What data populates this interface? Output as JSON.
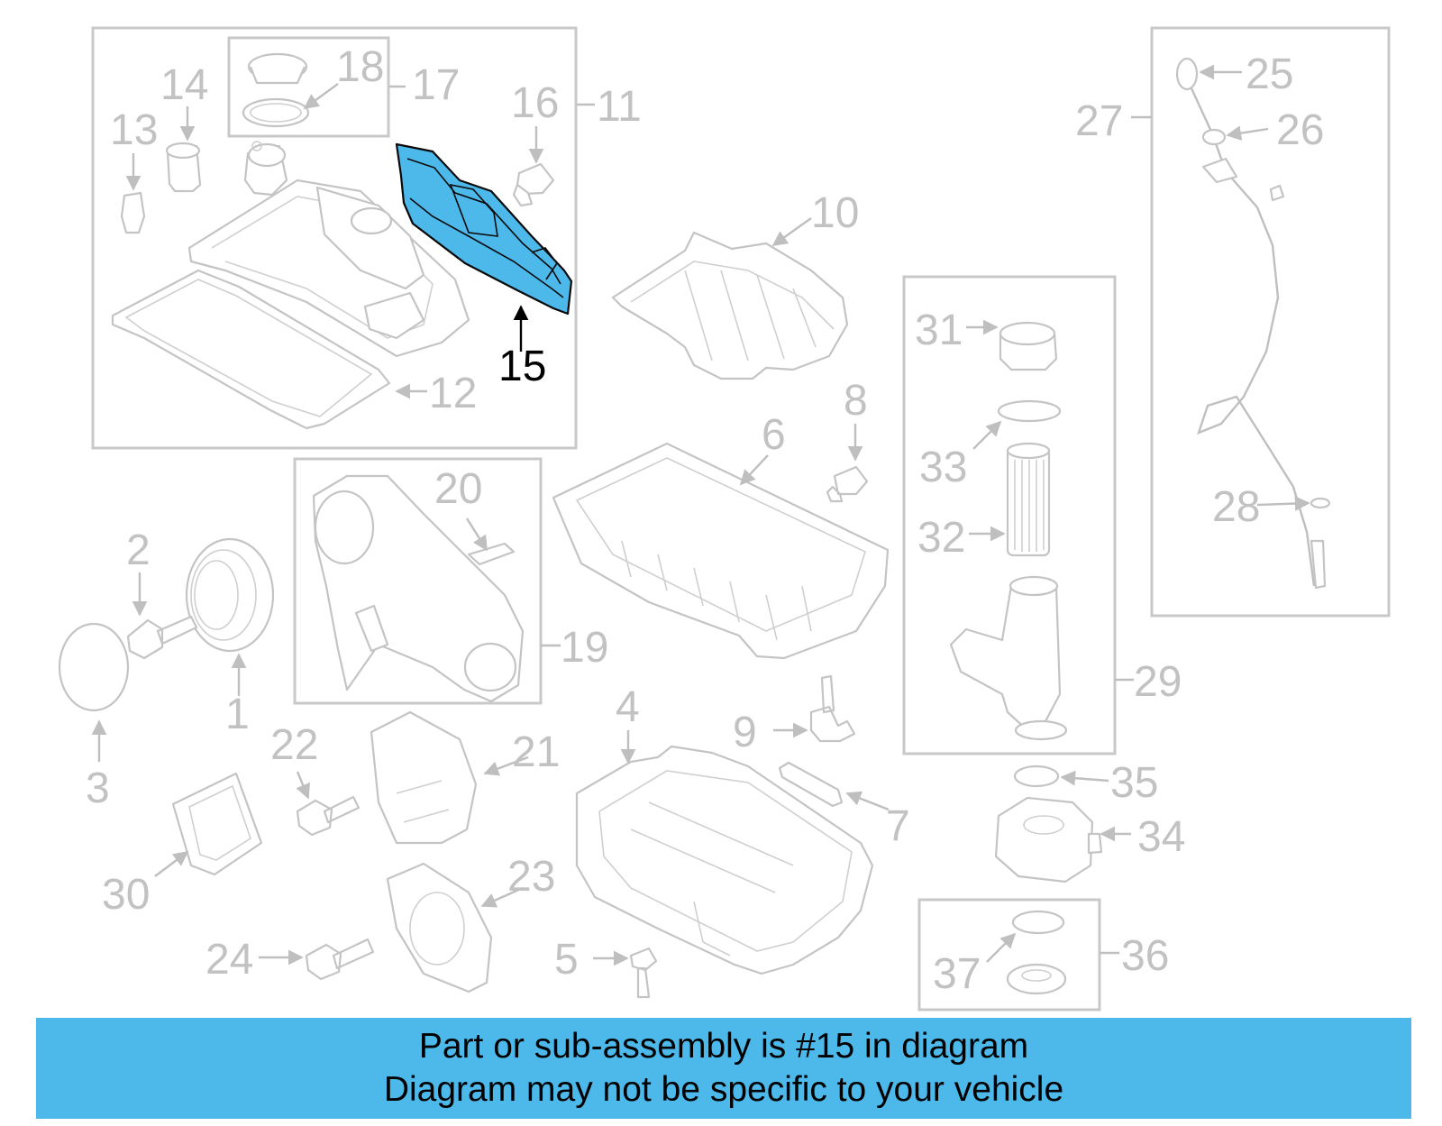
{
  "banner": {
    "line1": "Part or sub-assembly is #15 in diagram",
    "line2": "Diagram may not be specific to your vehicle"
  },
  "highlighted_part": "15",
  "colors": {
    "highlight": "#4db8ea",
    "parts": "#c4c4c4",
    "banner": "#4db8ea"
  },
  "callouts": {
    "c1": "1",
    "c2": "2",
    "c3": "3",
    "c4": "4",
    "c5": "5",
    "c6": "6",
    "c7": "7",
    "c8": "8",
    "c9": "9",
    "c10": "10",
    "c11": "11",
    "c12": "12",
    "c13": "13",
    "c14": "14",
    "c15": "15",
    "c16": "16",
    "c17": "17",
    "c18": "18",
    "c19": "19",
    "c20": "20",
    "c21": "21",
    "c22": "22",
    "c23": "23",
    "c24": "24",
    "c25": "25",
    "c26": "26",
    "c27": "27",
    "c28": "28",
    "c29": "29",
    "c30": "30",
    "c31": "31",
    "c32": "32",
    "c33": "33",
    "c34": "34",
    "c35": "35",
    "c36": "36",
    "c37": "37"
  }
}
